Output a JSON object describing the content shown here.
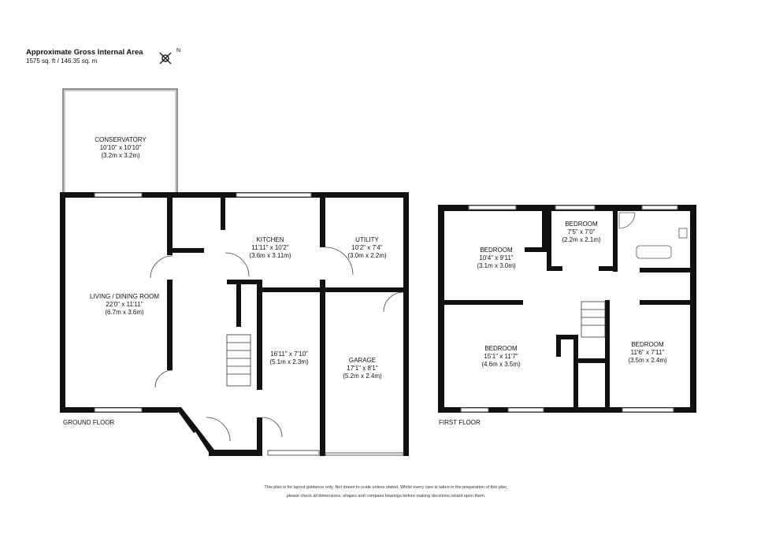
{
  "header": {
    "title": "Approximate Gross Internal Area",
    "area": "1575 sq. ft / 146.35 sq. m",
    "compass_label": "N"
  },
  "rooms": {
    "conservatory": {
      "name": "CONSERVATORY",
      "imperial": "10'10\" x 10'10\"",
      "metric": "(3.2m x 3.2m)"
    },
    "living": {
      "name": "LIVING / DINING ROOM",
      "imperial": "22'0\" x 11'11\"",
      "metric": "(6.7m x 3.6m)"
    },
    "kitchen": {
      "name": "KITCHEN",
      "imperial": "11'11\" x 10'2\"",
      "metric": "(3.6m x 3.11m)"
    },
    "utility": {
      "name": "UTILITY",
      "imperial": "10'2\" x 7'4\"",
      "metric": "(3.0m x 2.2m)"
    },
    "hall": {
      "imperial": "16'11\" x 7'10\"",
      "metric": "(5.1m x 2.3m)"
    },
    "garage": {
      "name": "GARAGE",
      "imperial": "17'1\" x 8'1\"",
      "metric": "(5.2m x 2.4m)"
    },
    "bed1": {
      "name": "BEDROOM",
      "imperial": "10'4\" x 9'11\"",
      "metric": "(3.1m x 3.0m)"
    },
    "bed2": {
      "name": "BEDROOM",
      "imperial": "7'5\" x 7'0\"",
      "metric": "(2.2m x 2.1m)"
    },
    "bed3": {
      "name": "BEDROOM",
      "imperial": "15'1\" x 11'7\"",
      "metric": "(4.6m x 3.5m)"
    },
    "bed4": {
      "name": "BEDROOM",
      "imperial": "11'6\" x 7'11\"",
      "metric": "(3.5m x 2.4m)"
    }
  },
  "floors": {
    "ground": "GROUND FLOOR",
    "first": "FIRST FLOOR"
  },
  "disclaimer": {
    "line1": "This plan is for layout guidance only.  Not drawn to scale unless stated. Whilst every care is taken in the preparation of this plan,",
    "line2": "please check all dimensions, shapes and compass bearings before making decisions reliant upon them."
  }
}
